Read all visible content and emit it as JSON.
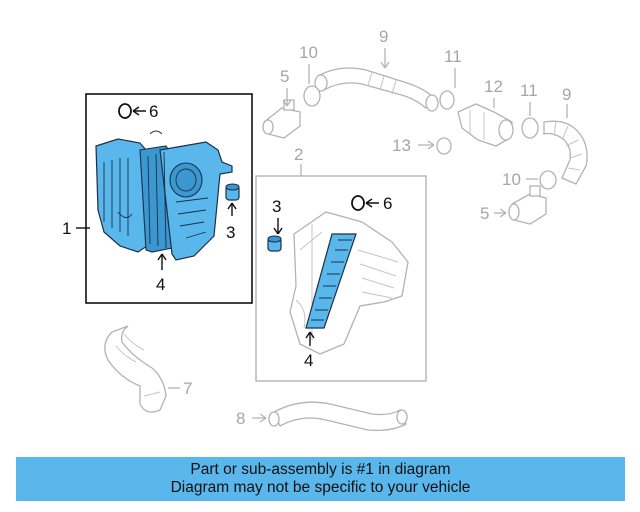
{
  "diagram": {
    "callouts": {
      "air_cleaner_assembly": "1",
      "housing_assembly": "2",
      "grommet_left": "3",
      "grommet_right": "3",
      "filter_element_left": "4",
      "filter_element_right": "4",
      "mass_air_flow_sensor_top": "5",
      "mass_air_flow_sensor_right": "5",
      "o_ring_left": "6",
      "o_ring_right": "6",
      "outlet_duct": "7",
      "inlet_duct": "8",
      "intake_hose_top": "9",
      "intake_hose_right": "9",
      "clamp_top": "10",
      "clamp_right": "10",
      "clamp_upper": "11",
      "clamp_lower": "11",
      "connector": "12",
      "clamp_small": "13"
    },
    "highlight_color": "#5ab7ec",
    "inactive_color": "#b3b3b3"
  },
  "banner": {
    "line1": "Part or sub-assembly is #1 in diagram",
    "line2": "Diagram may not be specific to your vehicle",
    "background": "#5ab7ec"
  }
}
